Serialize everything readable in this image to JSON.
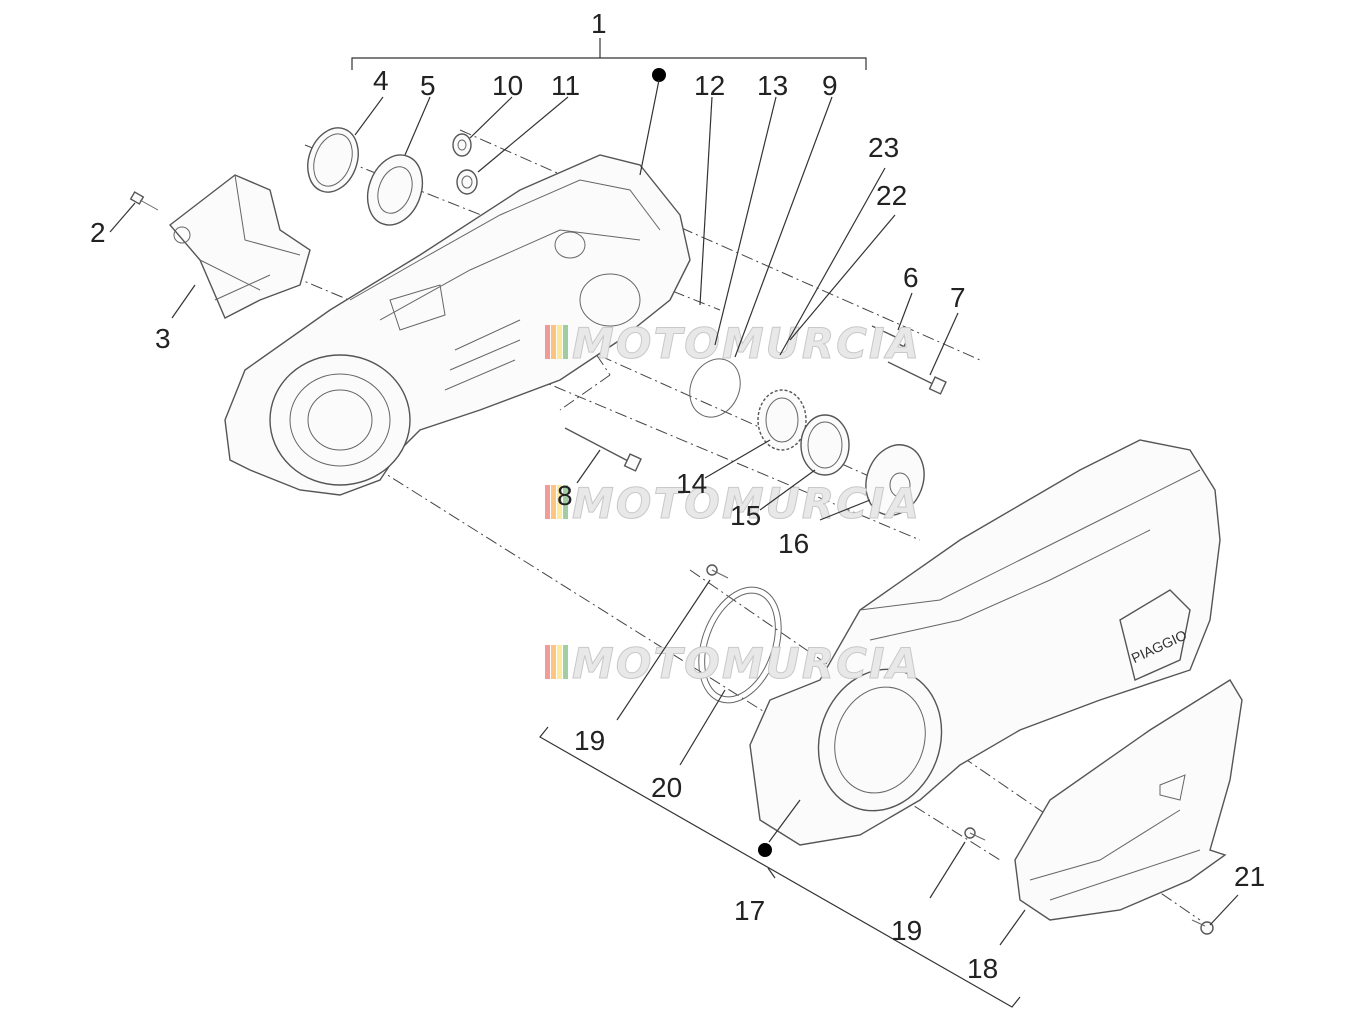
{
  "callouts": {
    "c1": "1",
    "c2": "2",
    "c3": "3",
    "c4": "4",
    "c5": "5",
    "c6": "6",
    "c7": "7",
    "c8": "8",
    "c9": "9",
    "c10": "10",
    "c11": "11",
    "c12": "12",
    "c13": "13",
    "c14": "14",
    "c15": "15",
    "c16": "16",
    "c17": "17",
    "c18": "18",
    "c19a": "19",
    "c19b": "19",
    "c20": "20",
    "c21": "21",
    "c22": "22",
    "c23": "23"
  },
  "watermark": {
    "text1": "MOTOMURCIA",
    "text2": "MOTOMURCIA",
    "text3": "MOTOMURCIA"
  },
  "cover_badge": "PIAGGIO",
  "colors": {
    "line": "#555555",
    "text": "#222222",
    "watermark_red": "#e53935",
    "watermark_orange": "#fb8c00",
    "watermark_yellow": "#fdd835",
    "watermark_green": "#43a047"
  }
}
